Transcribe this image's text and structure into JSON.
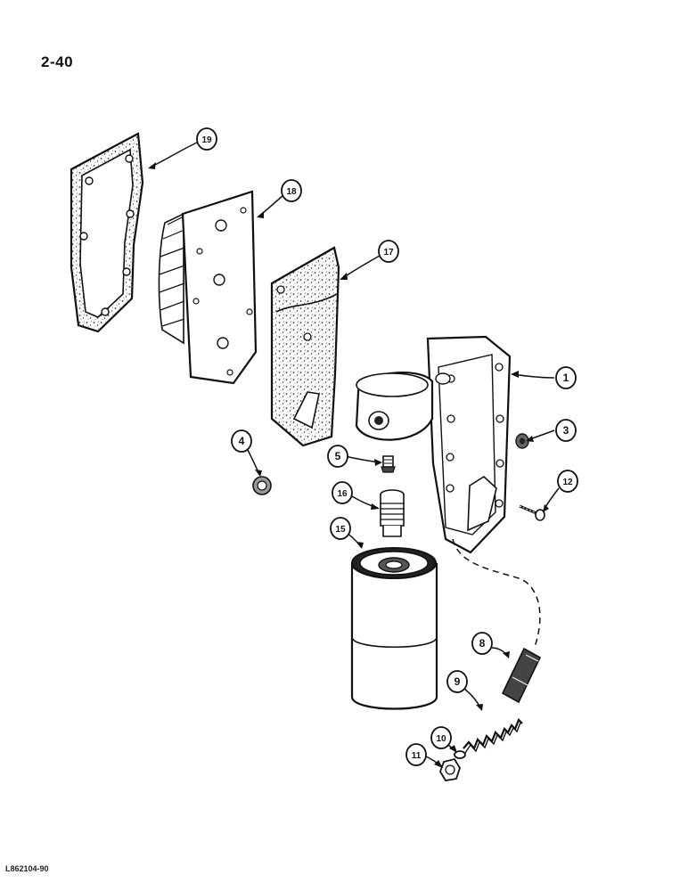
{
  "page": {
    "page_number": "2-40",
    "figure_code": "L862104-90"
  },
  "callouts": [
    {
      "id": "19",
      "name": "callout-19"
    },
    {
      "id": "18",
      "name": "callout-18"
    },
    {
      "id": "17",
      "name": "callout-17"
    },
    {
      "id": "1",
      "name": "callout-1"
    },
    {
      "id": "3",
      "name": "callout-3"
    },
    {
      "id": "4",
      "name": "callout-4"
    },
    {
      "id": "5",
      "name": "callout-5"
    },
    {
      "id": "16",
      "name": "callout-16"
    },
    {
      "id": "12",
      "name": "callout-12"
    },
    {
      "id": "15",
      "name": "callout-15"
    },
    {
      "id": "8",
      "name": "callout-8"
    },
    {
      "id": "9",
      "name": "callout-9"
    },
    {
      "id": "10",
      "name": "callout-10"
    },
    {
      "id": "11",
      "name": "callout-11"
    }
  ]
}
